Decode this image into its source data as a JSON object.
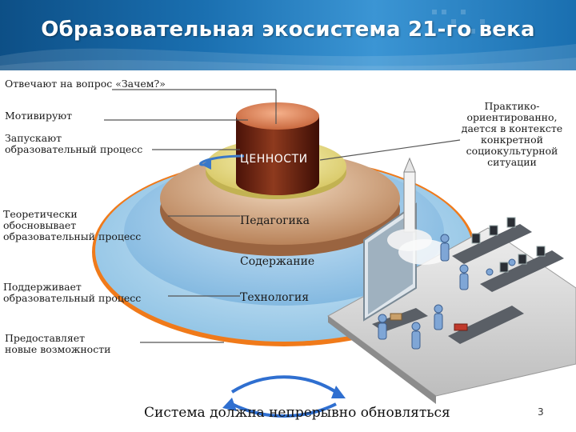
{
  "title": "Образовательная экосистема 21-го века",
  "left_labels": {
    "why": "Отвечают на вопрос «Зачем?»",
    "motivate": "Мотивируют",
    "launch": [
      "Запускают",
      "образовательный процесс"
    ],
    "theory": [
      "Теоретически",
      "обосновывает",
      "образовательный процесс"
    ],
    "support": [
      "Поддерживает",
      "образовательный процесс"
    ],
    "provide": [
      "Предоставляет",
      "новые возможности"
    ]
  },
  "layers": {
    "core": "ЦЕННОСТИ",
    "pedagogy": "Педагогика",
    "content": "Содержание",
    "technology": "Технология"
  },
  "right_label": [
    "Практико-",
    "ориентированно,",
    "дается в контексте",
    "конкретной",
    "социокультурной",
    "ситуации"
  ],
  "footer": "Система должна непрерывно обновляться",
  "page_number": "3",
  "colors": {
    "header": "#1a6fb0",
    "technology_ring": "#a9cfe9",
    "content_ring": "#8fc0e6",
    "pedagogy_ring": "#c99a6f",
    "inner_ring": "#e4d98a",
    "core_cylinder": "#7a2514",
    "arrow": "#3a78c8",
    "orange_edge": "#f07a1a"
  }
}
